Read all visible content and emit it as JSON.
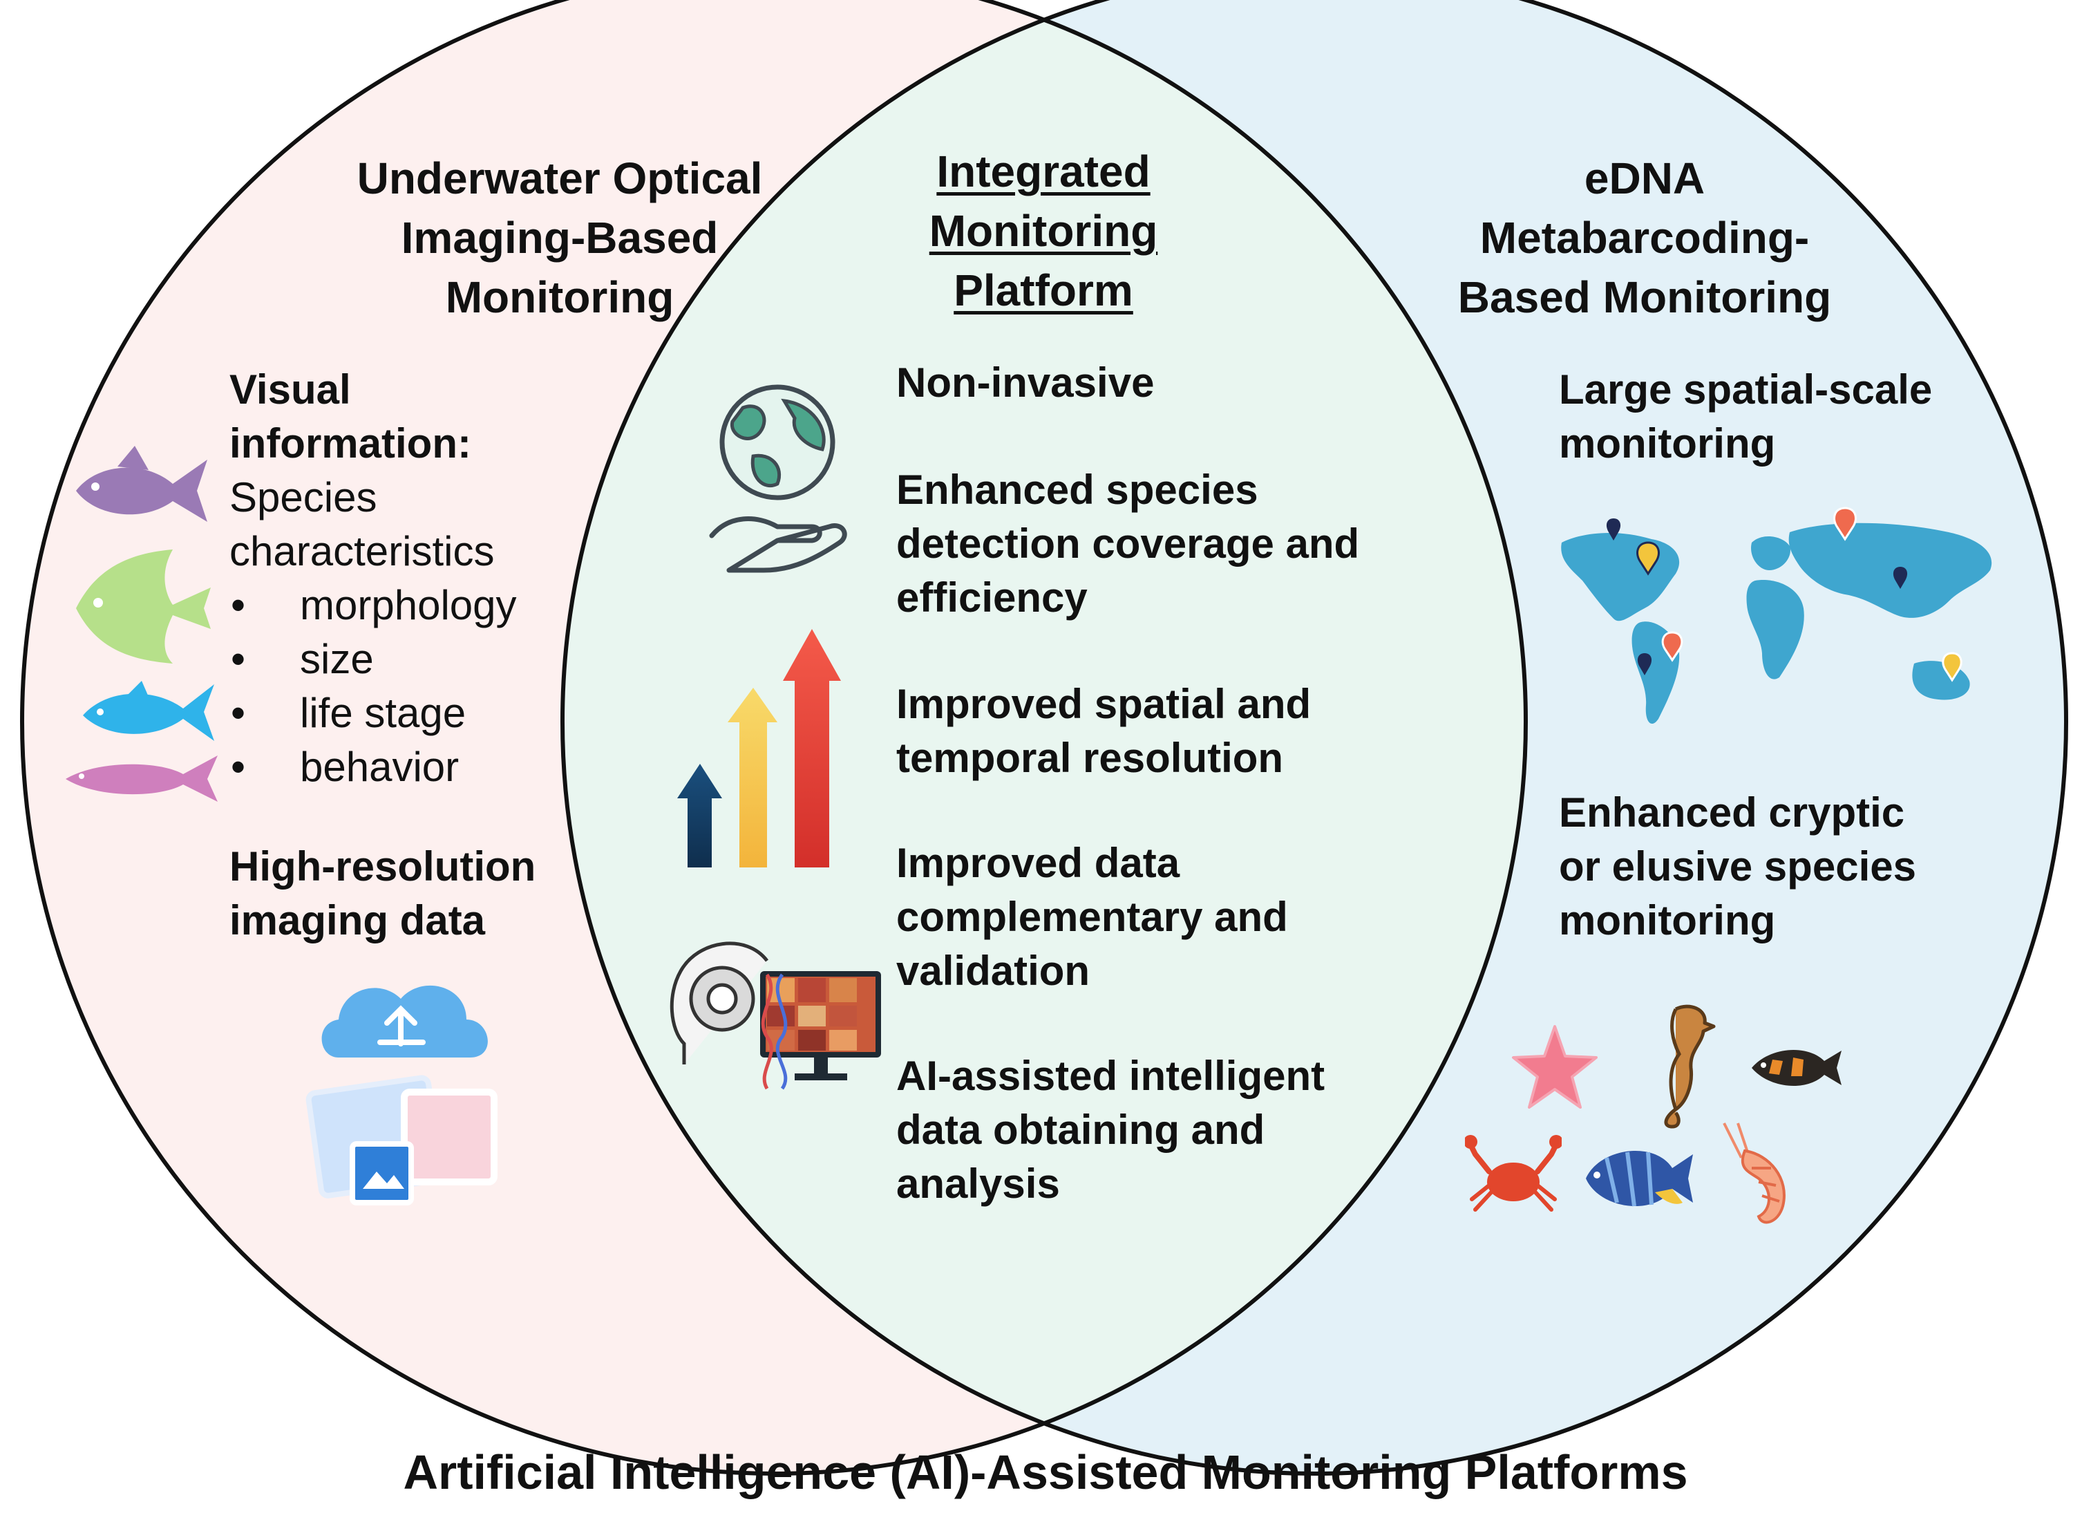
{
  "colors": {
    "left_circle_fill": "#fdf0ef",
    "right_circle_fill": "#e3f1f8",
    "overlap_fill": "#e9f6f0",
    "outline": "#111111"
  },
  "left": {
    "heading": [
      "Underwater  Optical",
      "Imaging-Based",
      "Monitoring"
    ],
    "visual_title": [
      "Visual",
      "information:"
    ],
    "species_lines": [
      "Species",
      "characteristics"
    ],
    "bullets": [
      "morphology",
      "size",
      "life stage",
      "behavior"
    ],
    "hires": [
      "High-resolution",
      "imaging data"
    ],
    "icons": [
      "fish-silhouette-purple",
      "angelfish-silhouette-green",
      "tuna-silhouette-blue",
      "salmon-silhouette-pink",
      "cloud-upload-images-icon"
    ]
  },
  "center": {
    "heading": [
      "Integrated",
      "Monitoring",
      "Platform"
    ],
    "items": [
      [
        "Non-invasive"
      ],
      [
        "Enhanced species",
        "detection coverage and",
        "efficiency"
      ],
      [
        "Improved spatial and",
        "temporal resolution"
      ],
      [
        "Improved data",
        "complementary and",
        "validation"
      ],
      [
        "AI-assisted intelligent",
        "data obtaining and",
        "analysis"
      ]
    ],
    "icons": [
      "globe-in-hand-icon",
      "rising-arrows-icon",
      "ai-head-computer-icon"
    ]
  },
  "right": {
    "heading": [
      "eDNA",
      "Metabarcoding-",
      "Based Monitoring"
    ],
    "item1": [
      "Large spatial-scale",
      "monitoring"
    ],
    "item2": [
      "Enhanced cryptic",
      "or elusive species",
      "monitoring"
    ],
    "icons": [
      "world-map-pins-icon",
      "starfish-icon",
      "seahorse-icon",
      "fish-icon",
      "crab-icon",
      "tropical-fish-icon",
      "shrimp-icon"
    ]
  },
  "caption": "Artificial Intelligence (AI)-Assisted Monitoring Platforms"
}
